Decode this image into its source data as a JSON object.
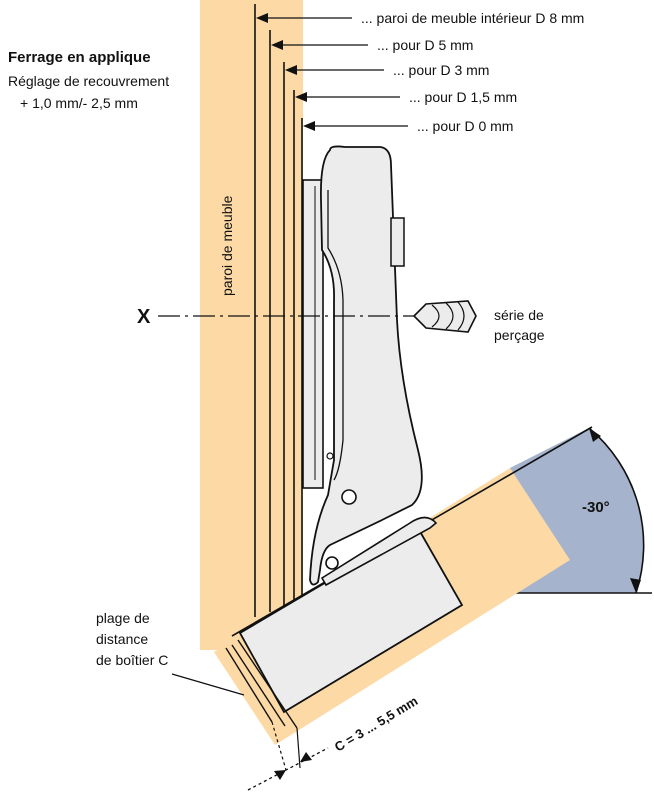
{
  "title": "Ferrage en applique",
  "subtitle_lines": [
    "Réglage de recouvrement",
    "+ 1,0 mm/- 2,5 mm"
  ],
  "wall_label": "paroi de meuble",
  "axis_label": "X",
  "overlay_labels": [
    "... paroi de meuble intérieur D 8 mm",
    "... pour D 5 mm",
    "... pour D 3 mm",
    "... pour D 1,5 mm",
    "... pour D 0 mm"
  ],
  "drill_label_lines": [
    "série de",
    "perçage"
  ],
  "distance_label_lines": [
    "plage de",
    "distance",
    "de boîtier C"
  ],
  "c_dimension": "C = 3 ... 5,5 mm",
  "angle_label": "-30°",
  "colors": {
    "wood": "#fcd9a5",
    "angle_fill": "#a5b3cc",
    "hinge_fill": "#ececed",
    "line": "#111111"
  }
}
